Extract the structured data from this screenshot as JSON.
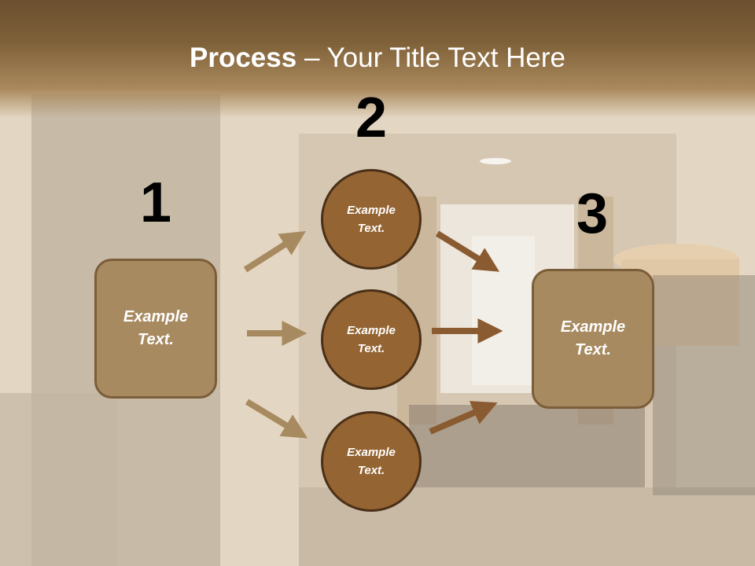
{
  "title": {
    "bold": "Process",
    "rest": " – Your Title Text Here"
  },
  "steps": [
    {
      "number": "1",
      "label": "Example Text."
    },
    {
      "number": "2",
      "circles": [
        "Example Text.",
        "Example Text.",
        "Example Text."
      ]
    },
    {
      "number": "3",
      "label": "Example Text."
    }
  ],
  "colors": {
    "box_fill": "#a88a60",
    "circle_fill": "#946432",
    "arrow_light": "#a88a60",
    "arrow_dark": "#8a5a30"
  }
}
